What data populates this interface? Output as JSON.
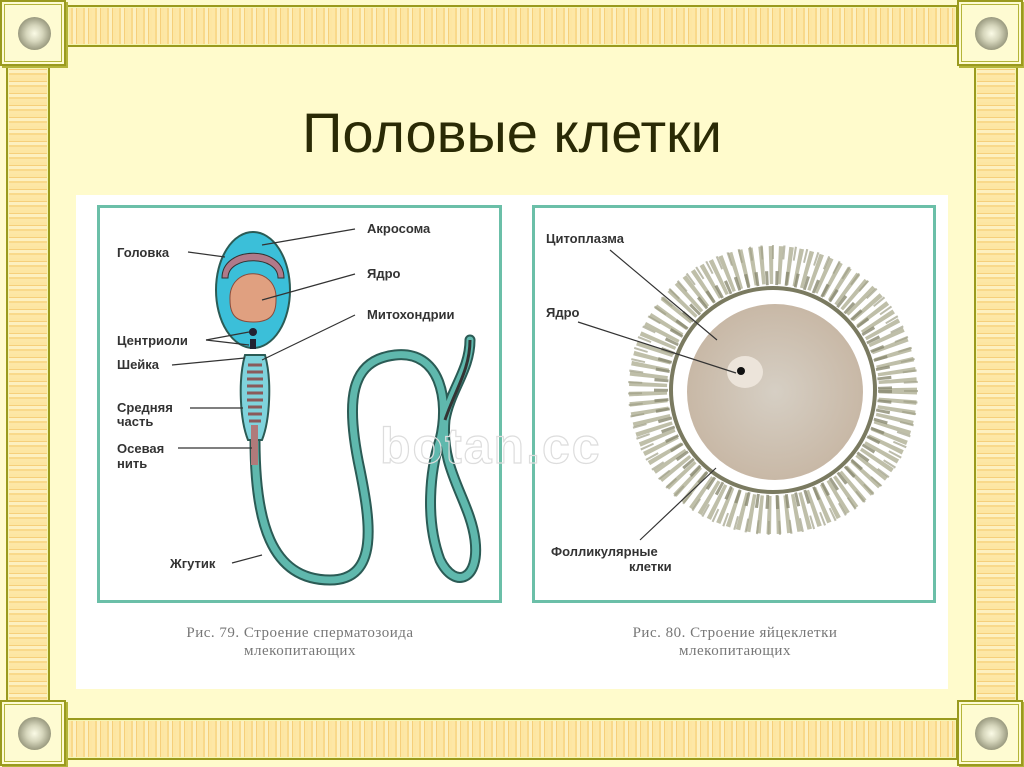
{
  "slide": {
    "title": "Половые клетки",
    "colors": {
      "background": "#fffbcc",
      "frame_border": "#9a9a1e",
      "frame_stripes": "#f9d98a",
      "panel_border": "#6bbfa8",
      "title_text": "#2a2a05"
    }
  },
  "figure_left": {
    "labels": {
      "head": "Головка",
      "acrosome": "Акросома",
      "nucleus": "Ядро",
      "mitochondria": "Митохондрии",
      "centrioles": "Центриоли",
      "neck": "Шейка",
      "midpiece_1": "Средняя",
      "midpiece_2": "часть",
      "axial_1": "Осевая",
      "axial_2": "нить",
      "flagellum": "Жгутик"
    },
    "caption_line1": "Рис. 79. Строение сперматозоида",
    "caption_line2": "млекопитающих"
  },
  "figure_right": {
    "labels": {
      "cytoplasm": "Цитоплазма",
      "nucleus": "Ядро",
      "follicular_1": "Фолликулярные",
      "follicular_2": "клетки"
    },
    "caption_line1": "Рис. 80. Строение яйцеклетки",
    "caption_line2": "млекопитающих"
  },
  "watermark": "botan.cc"
}
